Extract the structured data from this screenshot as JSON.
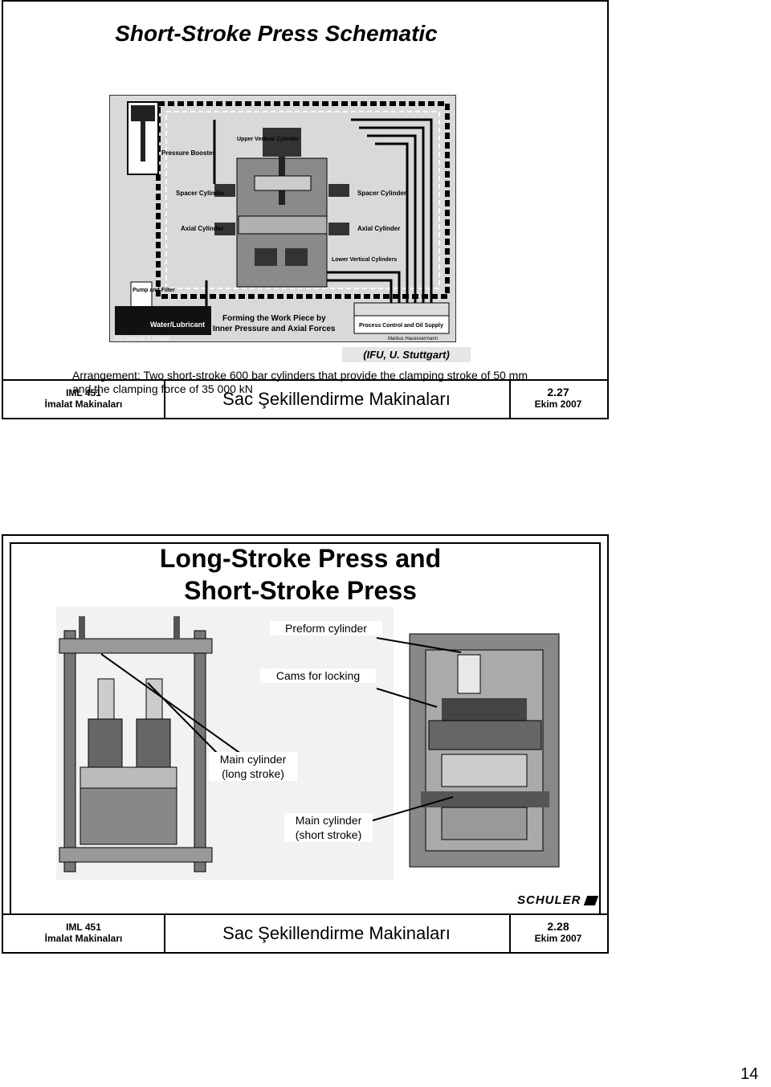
{
  "slide1": {
    "title": "Short-Stroke Press Schematic",
    "credit": "(IFU, U. Stuttgart)",
    "caption": "Arrangement: Two short-stroke 600 bar cylinders that provide the clamping stroke of 50 mm and the clamping force of 35 000 kN",
    "diagram_labels": {
      "pressure_booster": "Pressure Booster",
      "upper_vertical": "Upper Vertical Cylinder",
      "spacer_left": "Spacer Cylinder",
      "spacer_right": "Spacer Cylinder",
      "axial_left": "Axial Cylinder",
      "axial_right": "Axial Cylinder",
      "lower_vertical": "Lower Vertical Cylinders",
      "pump_filter": "Pump and Filter",
      "water_lubricant": "Water/Lubricant",
      "forming_line1": "Forming the Work Piece by",
      "forming_line2": "Inner Pressure and Axial Forces",
      "process_control": "Process Control and Oil Supply",
      "copyright": "IFU University of Stuttgart",
      "author": "Markus Hauessermann"
    },
    "footer": {
      "course_code": "IML 451",
      "course_name": "İmalat Makinaları",
      "topic": "Sac Şekillendirme Makinaları",
      "slide_no": "2.27",
      "date": "Ekim 2007"
    }
  },
  "slide2": {
    "title_line1": "Long-Stroke Press and",
    "title_line2": "Short-Stroke Press",
    "labels": {
      "preform": "Preform cylinder",
      "cams": "Cams for locking",
      "main_long_1": "Main cylinder",
      "main_long_2": "(long stroke)",
      "main_short_1": "Main cylinder",
      "main_short_2": "(short stroke)"
    },
    "logo": "SCHULER",
    "footer": {
      "course_code": "IML 451",
      "course_name": "İmalat Makinaları",
      "topic": "Sac Şekillendirme Makinaları",
      "slide_no": "2.28",
      "date": "Ekim 2007"
    }
  },
  "page_number": "14"
}
